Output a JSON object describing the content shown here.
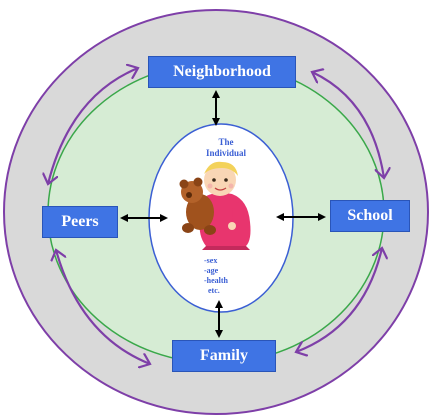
{
  "diagram": {
    "center": {
      "title_line1": "The",
      "title_line2": "Individual",
      "attributes": [
        "-sex",
        "-age",
        "-health",
        "etc."
      ]
    },
    "nodes": {
      "top": "Neighborhood",
      "left": "Peers",
      "right": "School",
      "bottom": "Family"
    },
    "colors": {
      "outer_ring": "#d9d9d9",
      "outer_border": "#7e3fa8",
      "middle_ring": "#d6ecd4",
      "middle_border": "#3aa84a",
      "center_fill": "#ffffff",
      "center_border": "#3b5fd4",
      "box_fill": "#3f74e4",
      "curved_arrow": "#7e3fa8",
      "straight_arrow": "#000000"
    }
  }
}
